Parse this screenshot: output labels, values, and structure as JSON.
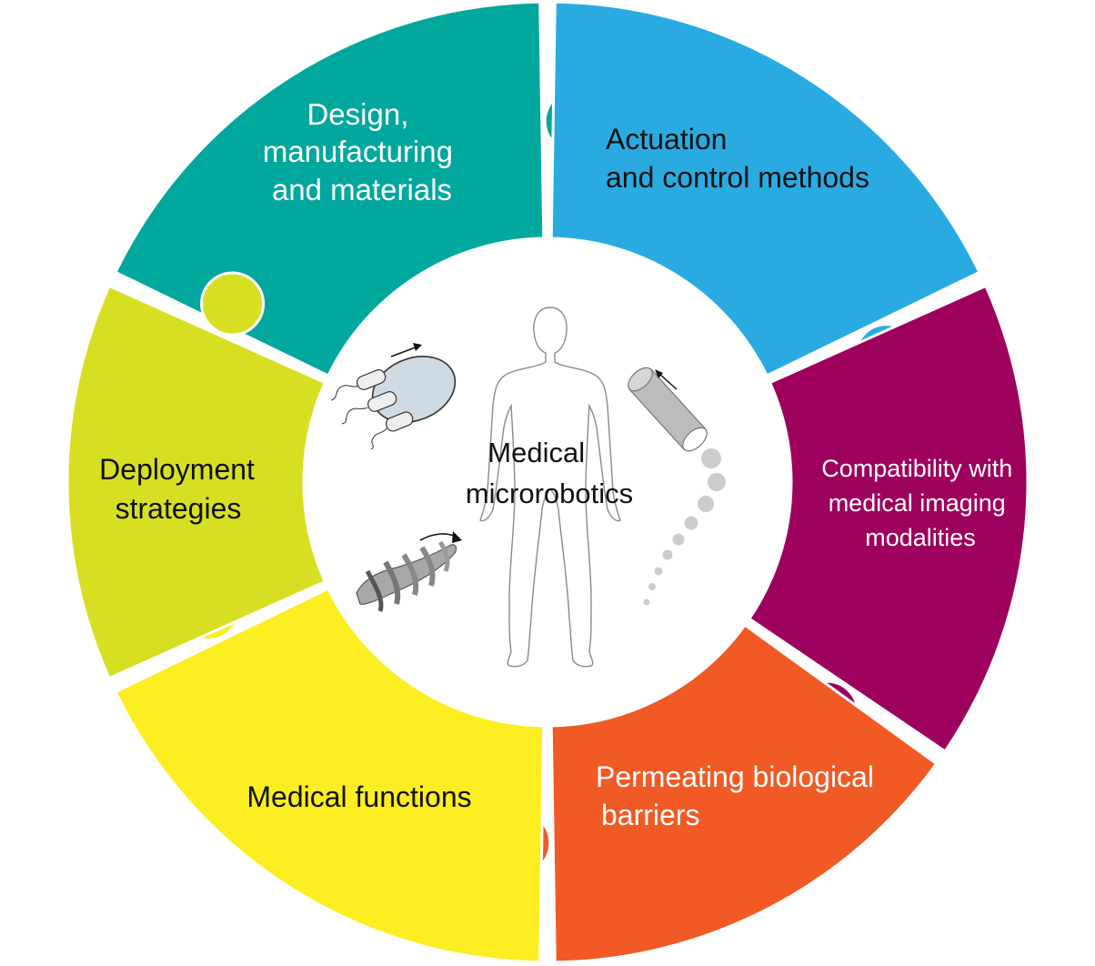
{
  "center": {
    "label_lines": [
      "Medical",
      "microrobotics"
    ]
  },
  "segments": [
    {
      "id": "design",
      "lines": [
        "Design,",
        "manufacturing",
        "and materials"
      ],
      "color": "#00A79D",
      "text_color": "#ffffff"
    },
    {
      "id": "actuation",
      "lines": [
        "Actuation",
        "and control methods"
      ],
      "color": "#29ABE2",
      "text_color": "#111111"
    },
    {
      "id": "imaging",
      "lines": [
        "Compatibility with",
        "medical imaging",
        "modalities"
      ],
      "color": "#9E005D",
      "text_color": "#ffffff"
    },
    {
      "id": "barriers",
      "lines": [
        "Permeating biological",
        "barriers"
      ],
      "color": "#F15A24",
      "text_color": "#ffffff"
    },
    {
      "id": "functions",
      "lines": [
        "Medical functions"
      ],
      "color": "#FCEE21",
      "text_color": "#111111"
    },
    {
      "id": "deployment",
      "lines": [
        "Deployment",
        "strategies"
      ],
      "color": "#D7DF23",
      "text_color": "#111111"
    }
  ],
  "illustrations": {
    "bacteria": "bacteria-driven-microrobot-icon",
    "helix": "helical-microrobot-icon",
    "tube": "tubular-microjet-icon",
    "body": "human-body-outline-icon"
  }
}
